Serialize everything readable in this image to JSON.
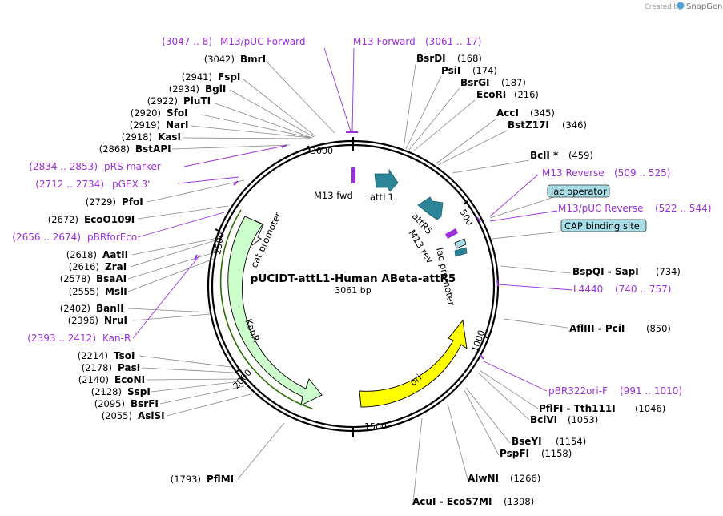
{
  "credit": {
    "prefix": "Created by",
    "brand": "SnapGene"
  },
  "plasmid": {
    "name": "pUCIDT-attL1-Human ABeta-attR5",
    "length": "3061 bp"
  },
  "ticks": [
    "3000",
    "500",
    "1000",
    "1500",
    "2000",
    "2500"
  ],
  "features": {
    "m13_fwd": "M13 fwd",
    "attL1": "attL1",
    "attR5": "attR5",
    "m13_rev": "M13 rev",
    "lac_promoter": "lac promoter",
    "cat_promoter": "cat promoter",
    "kanr": "KanR",
    "ori": "ori"
  },
  "right_labels": [
    {
      "name": "BsrDI",
      "num": "(168)"
    },
    {
      "name": "PsiI",
      "num": "(174)"
    },
    {
      "name": "BsrGI",
      "num": "(187)"
    },
    {
      "name": "EcoRI",
      "num": "(216)"
    },
    {
      "name": "AccI",
      "num": "(345)"
    },
    {
      "name": "BstZ17I",
      "num": "(346)"
    },
    {
      "name": "BclI *",
      "num": "(459)"
    },
    {
      "name": "M13 Reverse",
      "num": "(509 .. 525)"
    },
    {
      "name": "lac operator",
      "num": ""
    },
    {
      "name": "M13/pUC Reverse",
      "num": "(522 .. 544)"
    },
    {
      "name": "CAP binding site",
      "num": ""
    },
    {
      "name": "BspQI  -  SapI",
      "num": "(734)"
    },
    {
      "name": "L4440",
      "num": "(740 .. 757)"
    },
    {
      "name": "AflIII  -  PciI",
      "num": "(850)"
    },
    {
      "name": "pBR322ori-F",
      "num": "(991 .. 1010)"
    },
    {
      "name": "PflFI  -  Tth111I",
      "num": "(1046)"
    },
    {
      "name": "BciVI",
      "num": "(1053)"
    },
    {
      "name": "BseYI",
      "num": "(1154)"
    },
    {
      "name": "PspFI",
      "num": "(1158)"
    },
    {
      "name": "AlwNI",
      "num": "(1266)"
    },
    {
      "name": "AcuI  -  Eco57MI",
      "num": "(1398)"
    }
  ],
  "left_labels": [
    {
      "name": "M13/pUC Forward",
      "num": "(3047 .. 8)"
    },
    {
      "name": "M13 Forward",
      "num": "(3061 .. 17)"
    },
    {
      "name": "BmrI",
      "num": "(3042)"
    },
    {
      "name": "FspI",
      "num": "(2941)"
    },
    {
      "name": "BglI",
      "num": "(2934)"
    },
    {
      "name": "PluTI",
      "num": "(2922)"
    },
    {
      "name": "SfoI",
      "num": "(2920)"
    },
    {
      "name": "NarI",
      "num": "(2919)"
    },
    {
      "name": "KasI",
      "num": "(2918)"
    },
    {
      "name": "BstAPI",
      "num": "(2868)"
    },
    {
      "name": "pRS-marker",
      "num": "(2834 .. 2853)"
    },
    {
      "name": "pGEX 3'",
      "num": "(2712 .. 2734)"
    },
    {
      "name": "PfoI",
      "num": "(2729)"
    },
    {
      "name": "EcoO109I",
      "num": "(2672)"
    },
    {
      "name": "pBRforEco",
      "num": "(2656 .. 2674)"
    },
    {
      "name": "AatII",
      "num": "(2618)"
    },
    {
      "name": "ZraI",
      "num": "(2616)"
    },
    {
      "name": "BsaAI",
      "num": "(2578)"
    },
    {
      "name": "MslI",
      "num": "(2555)"
    },
    {
      "name": "BanII",
      "num": "(2402)"
    },
    {
      "name": "NruI",
      "num": "(2396)"
    },
    {
      "name": "Kan-R",
      "num": "(2393 .. 2412)"
    },
    {
      "name": "TsoI",
      "num": "(2214)"
    },
    {
      "name": "PasI",
      "num": "(2178)"
    },
    {
      "name": "EcoNI",
      "num": "(2140)"
    },
    {
      "name": "SspI",
      "num": "(2128)"
    },
    {
      "name": "BsrFI",
      "num": "(2095)"
    },
    {
      "name": "AsiSI",
      "num": "(2055)"
    },
    {
      "name": "PflMI",
      "num": "(1793)"
    }
  ],
  "colors": {
    "primer": "#9b30d9",
    "feature_teal": "#2b8597",
    "ori": "#ffff00",
    "kanr": "#ccffcc",
    "box_fill": "#a7dde6"
  }
}
